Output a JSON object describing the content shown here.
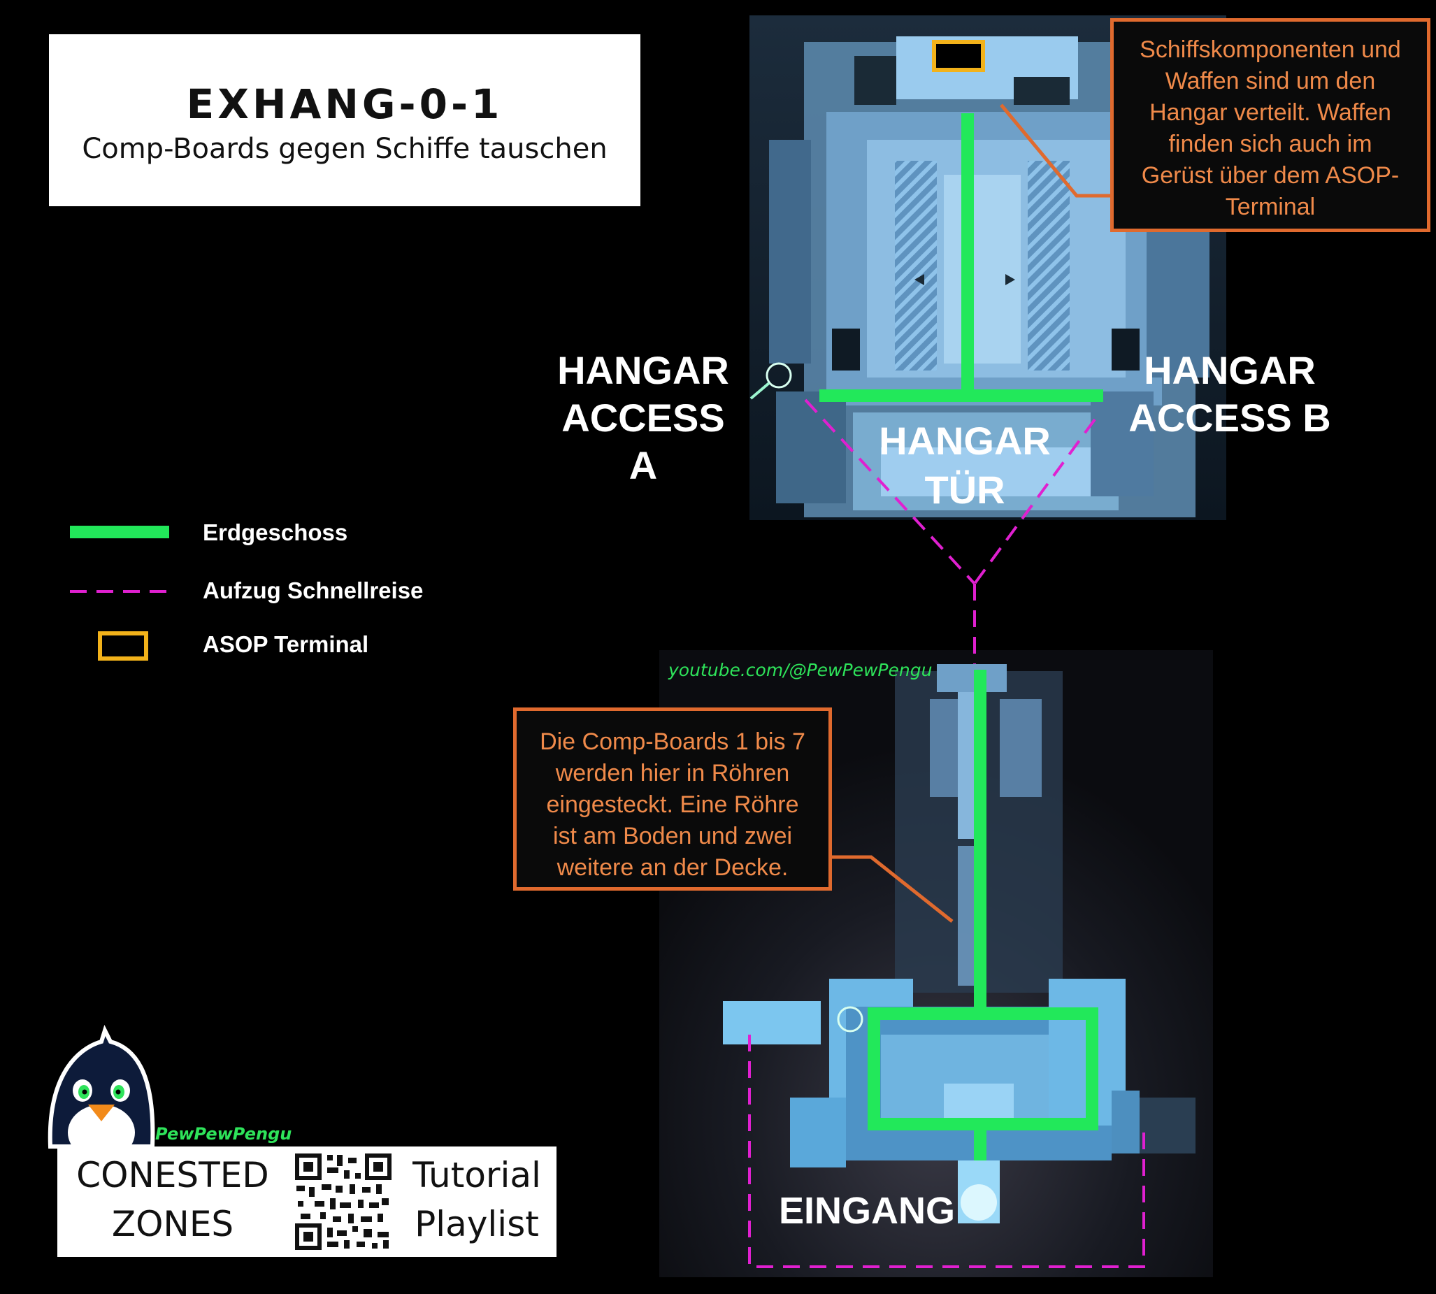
{
  "title": {
    "main": "EXHANG-0-1",
    "subtitle": "Comp-Boards gegen Schiffe tauschen"
  },
  "map_labels": {
    "hangar_access_a": [
      "HANGAR",
      "ACCESS A"
    ],
    "hangar_access_b": [
      "HANGAR",
      "ACCESS B"
    ],
    "hangar_door": [
      "HANGAR",
      "TÜR"
    ],
    "entrance": "EINGANG"
  },
  "notes": {
    "hangar_note": [
      "Schiffskomponenten und",
      "Waffen sind um den",
      "Hangar verteilt. Waffen",
      "finden sich auch im",
      "Gerüst über dem ASOP-",
      "Terminal"
    ],
    "compboard_note": [
      "Die Comp-Boards 1 bis 7",
      "werden hier in Röhren",
      "eingesteckt. Eine Röhre",
      "ist am Boden und zwei",
      "weitere an der Decke."
    ]
  },
  "legend": {
    "ground_floor": "Erdgeschoss",
    "elevator": "Aufzug Schnellreise",
    "asop": "ASOP Terminal"
  },
  "watermark": "youtube.com/@PewPewPengu",
  "branding": {
    "name": "PewPewPengu",
    "left_text": [
      "CONESTED",
      "ZONES"
    ],
    "right_text": [
      "Tutorial",
      "Playlist"
    ]
  },
  "colors": {
    "route_green": "#22e85a",
    "elevator_magenta": "#e020d0",
    "asop_orange": "#f2b21a",
    "note_orange": "#e06a2e",
    "map_blue": "#7ec4ee"
  },
  "icons": [
    "penguin-mascot-icon",
    "qr-code-icon",
    "teleport-marker-icon"
  ]
}
